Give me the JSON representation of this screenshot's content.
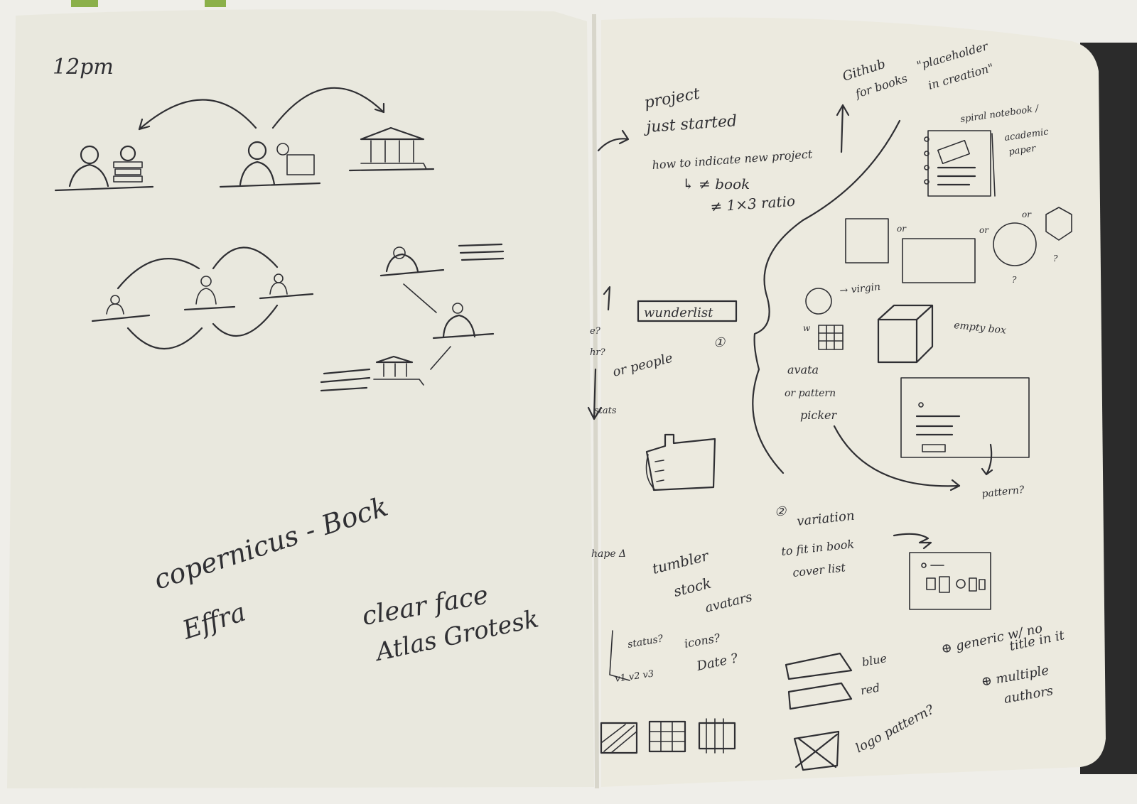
{
  "left_page": {
    "time_note": "12pm",
    "font_title": "copernicus - Bock",
    "font_a": "Effra",
    "font_b": "clear face",
    "font_c": "Atlas Grotesk"
  },
  "right_page": {
    "project_label": "project",
    "just_started": "just started",
    "github_note": "Github",
    "github_for_books": "for books",
    "placeholder_quote_1": "\"placeholder",
    "placeholder_quote_2": "in creation\"",
    "how_to_indicate": "how to indicate new project",
    "not_book": "↳ ≠ book",
    "not_ratio": "≠ 1×3 ratio",
    "spiral_notebook": "spiral notebook /",
    "academic_paper_1": "academic",
    "academic_paper_2": "paper",
    "or_1": "or",
    "or_2": "or",
    "or_3": "or",
    "question_1": "?",
    "question_2": "?",
    "virgin_note": "→ virgin",
    "wunderlist": "wunderlist",
    "circle_one": "①",
    "empty_box": "empty box",
    "w_label": "w",
    "avatar_1": "avata",
    "avatar_2": "or pattern",
    "avatar_3": "picker",
    "or_people": "or people",
    "stats": "stats",
    "left_margin_1": "e?",
    "left_margin_2": "hr?",
    "pattern_q": "pattern?",
    "circle_two": "②",
    "variation": "variation",
    "fit_in_book": "to fit in book",
    "cover_list": "cover list",
    "shape_note": "hape Δ",
    "tumbler_1": "tumbler",
    "tumbler_2": "stock",
    "tumbler_3": "avatars",
    "status_q": "status?",
    "icons_q": "icons?",
    "date_q": "Date ?",
    "versions": "v1  v2  v3",
    "blue": "blue",
    "red": "red",
    "generic_1": "⊕ generic w/ no",
    "generic_2": "title in it",
    "multiple_1": "⊕ multiple",
    "multiple_2": "authors",
    "logo_pattern": "logo pattern?"
  }
}
